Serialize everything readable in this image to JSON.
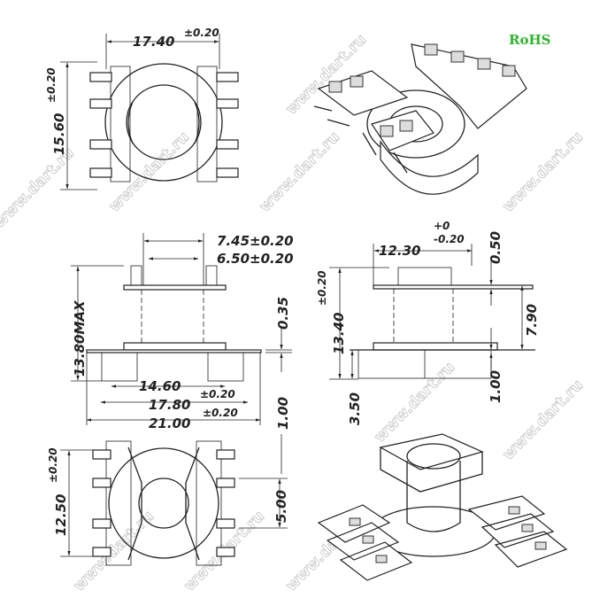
{
  "watermark": "www.dart.ru",
  "rohs_label": "RoHS",
  "top_view": {
    "width": "17.40",
    "width_tol": "±0.20",
    "height": "15.60",
    "height_tol": "±0.20"
  },
  "side_view": {
    "pin_pitch_outer": "7.45±0.20",
    "pin_pitch_inner": "6.50±0.20",
    "height_max": "13.80MAX",
    "flange_thickness": "0.35",
    "pin_span_inner": "14.60",
    "pin_span": "17.80",
    "pin_span_tol": "±0.20",
    "overall_width": "21.00",
    "overall_width_tol": "±0.20",
    "pin_width": "1.00"
  },
  "front_view": {
    "flange_width": "12.30",
    "flange_tol_plus": "+0",
    "flange_tol_minus": "-0.20",
    "top_thickness": "0.50",
    "height": "13.40",
    "height_tol": "±0.20",
    "core_height": "7.90",
    "base_height": "3.50",
    "foot_thickness": "1.00"
  },
  "bottom_view": {
    "height": "12.50",
    "height_tol": "±0.20",
    "pin_pitch": "5.00"
  }
}
